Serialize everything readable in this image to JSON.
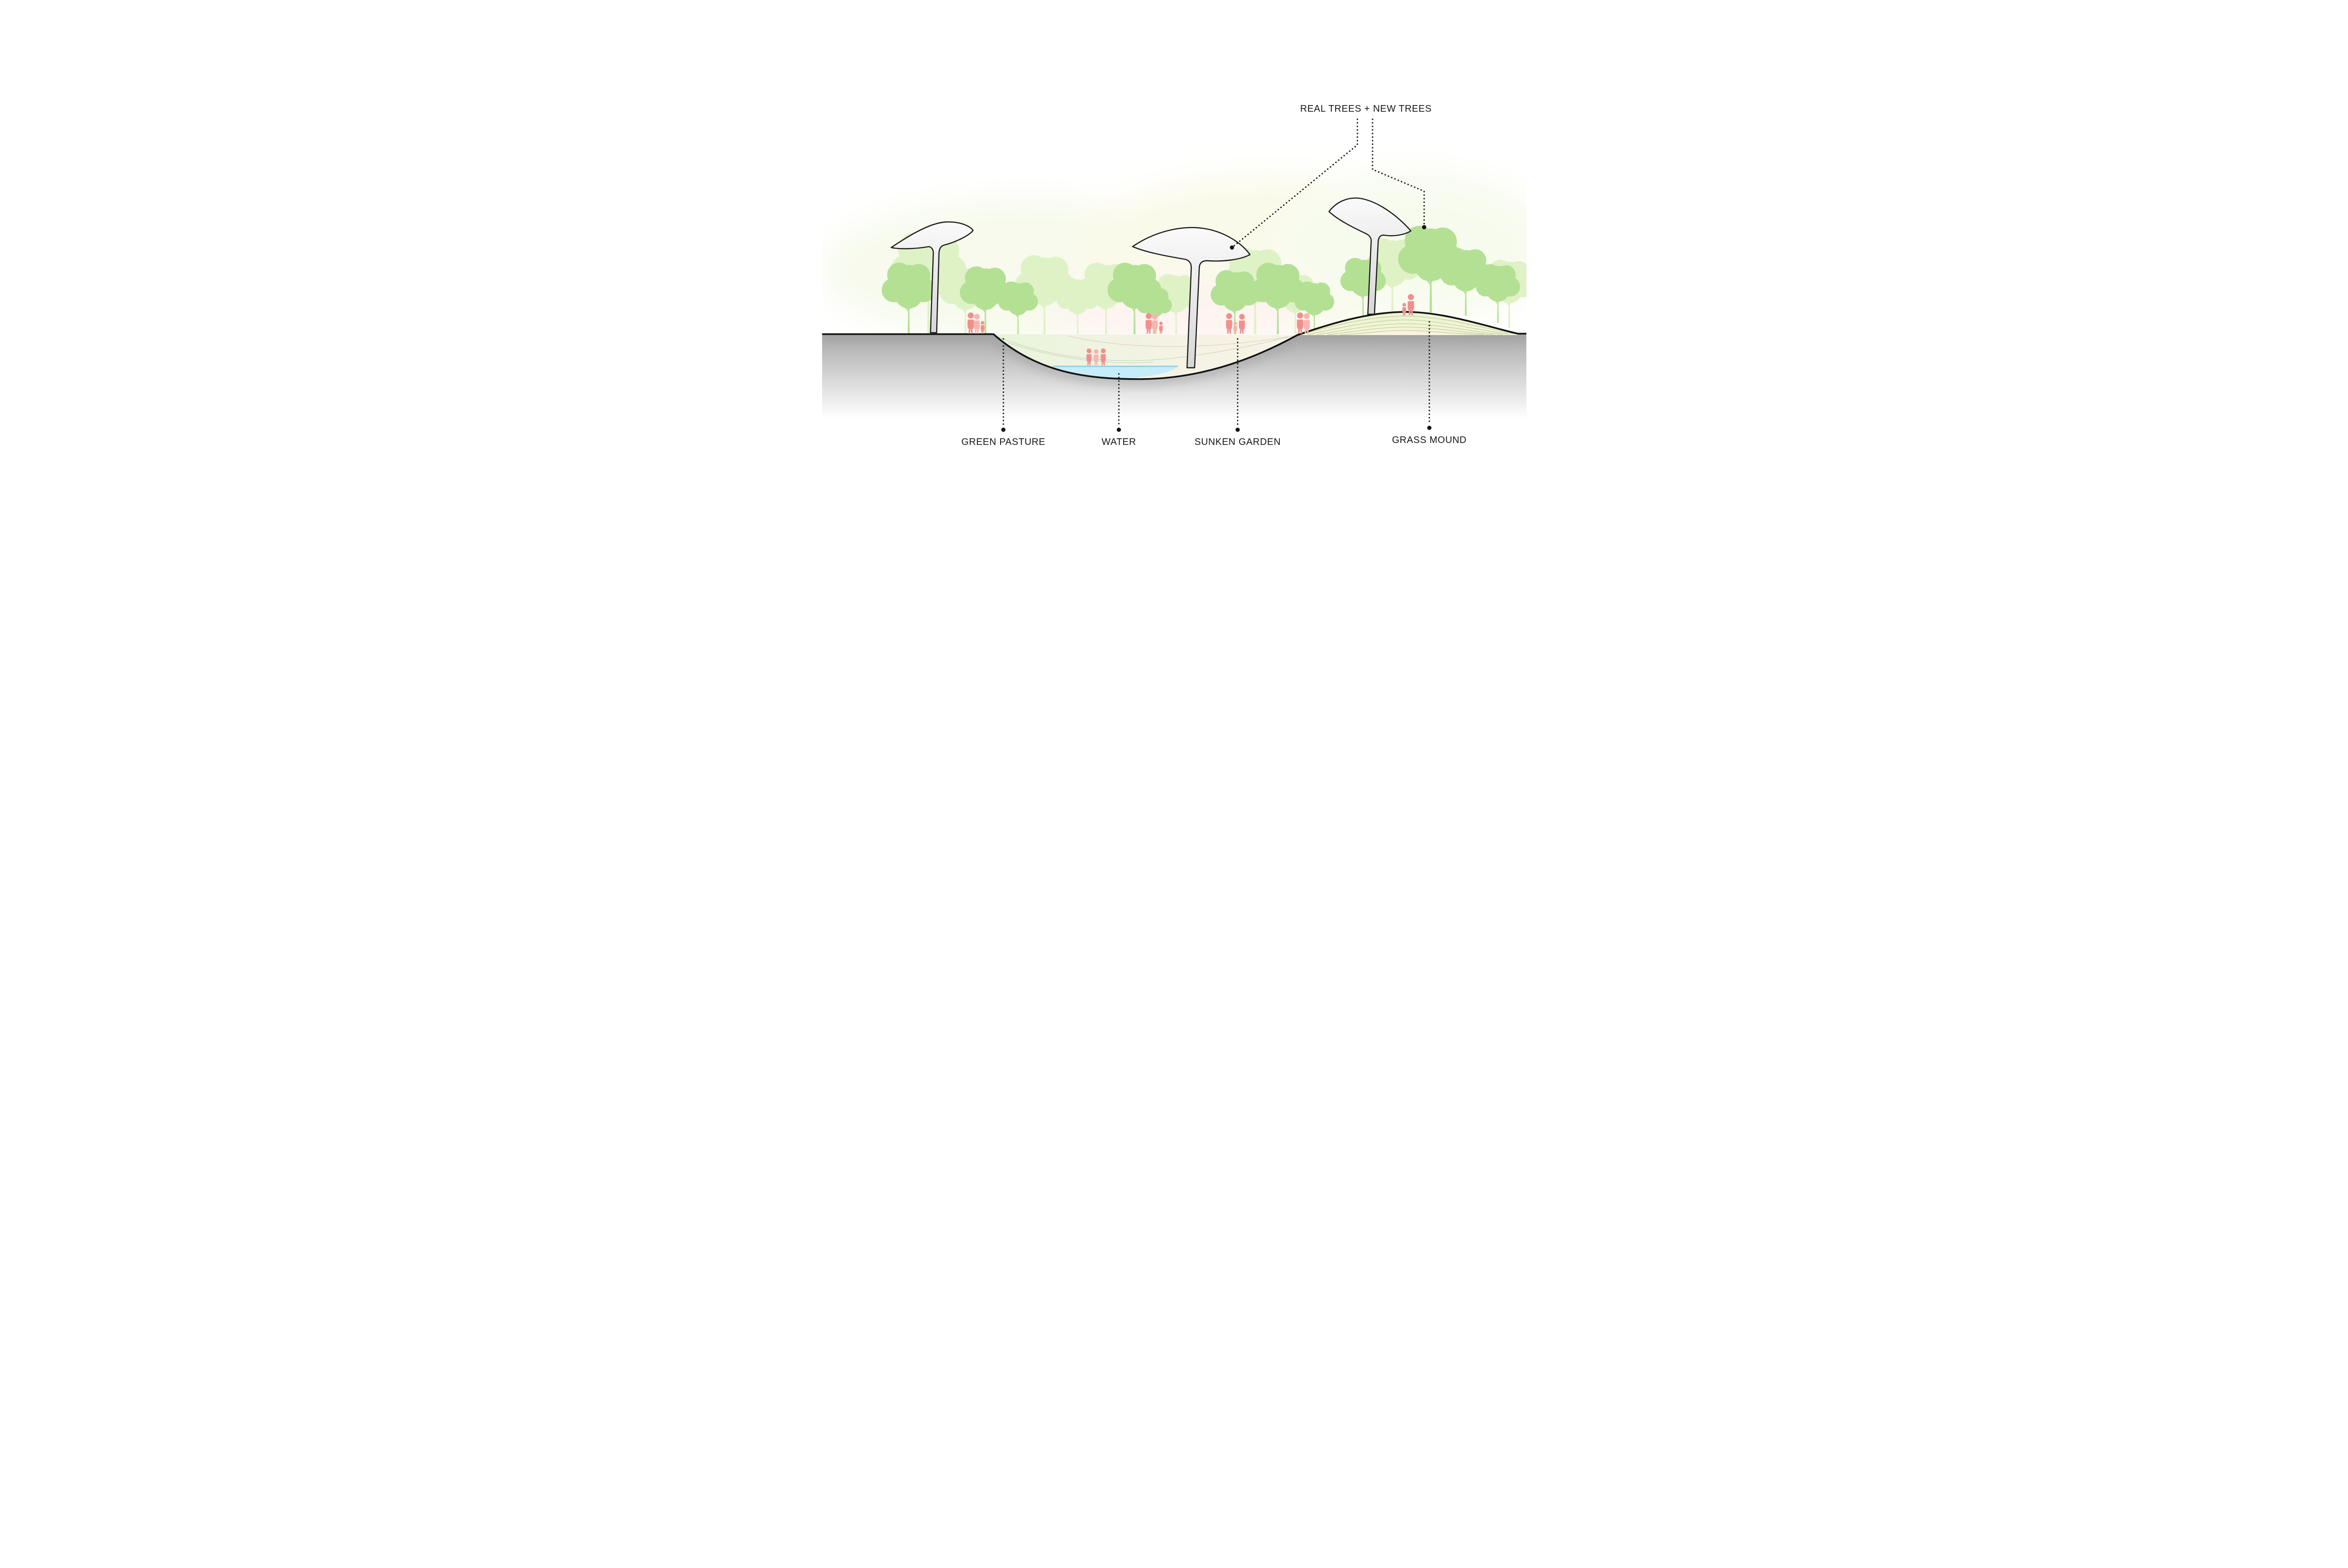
{
  "diagram": {
    "title": "REAL TREES + NEW TREES",
    "callouts": [
      {
        "id": "green-pasture",
        "label": "GREEN PASTURE"
      },
      {
        "id": "water",
        "label": "WATER"
      },
      {
        "id": "sunken-garden",
        "label": "SUNKEN GARDEN"
      },
      {
        "id": "grass-mound",
        "label": "GRASS MOUND"
      }
    ],
    "colors": {
      "tree_green": "#b4e094",
      "tree_pale": "#def2c6",
      "people_pink": "#f0908c",
      "people_pink_light": "#f6b6b0",
      "water_fill": "#c6ebf9",
      "water_line": "#87cdea",
      "structure_gray": "#e9e9e9",
      "outline_black": "#141414",
      "underground_gray": "#a8a8a8",
      "mound_green": "#e9f3cf"
    }
  }
}
